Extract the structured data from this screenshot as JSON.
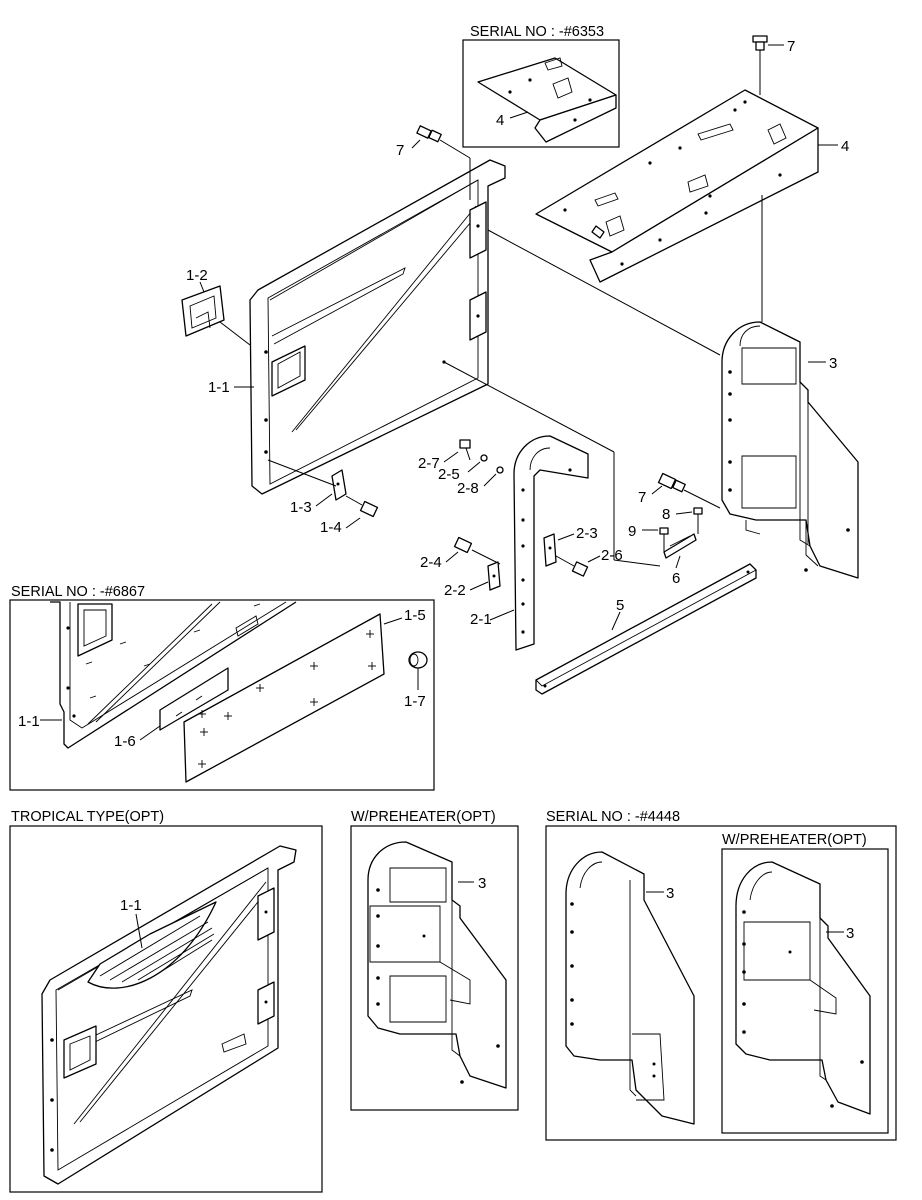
{
  "inset_headers": {
    "serial_6353": "SERIAL NO : -#6353",
    "serial_6867": "SERIAL NO : -#6867",
    "tropical": "TROPICAL TYPE(OPT)",
    "preheater": "W/PREHEATER(OPT)",
    "serial_4448": "SERIAL NO : -#4448",
    "preheater_inner": "W/PREHEATER(OPT)"
  },
  "callouts": {
    "p7_top": "7",
    "p4_top": "4",
    "p4_inset": "4",
    "p7_door": "7",
    "p1_2": "1-2",
    "p1_1": "1-1",
    "p3": "3",
    "p2_7": "2-7",
    "p2_5": "2-5",
    "p2_8": "2-8",
    "p1_3": "1-3",
    "p1_4": "1-4",
    "p7_mid": "7",
    "p8": "8",
    "p9": "9",
    "p2_3": "2-3",
    "p2_6": "2-6",
    "p6": "6",
    "p2_4": "2-4",
    "p2_2": "2-2",
    "p2_1": "2-1",
    "p5": "5",
    "p1_5": "1-5",
    "p1_7": "1-7",
    "p1_1_inset": "1-1",
    "p1_6": "1-6",
    "p1_1_tropical": "1-1",
    "p3_preheater": "3",
    "p3_4448": "3",
    "p3_4448_pre": "3"
  }
}
